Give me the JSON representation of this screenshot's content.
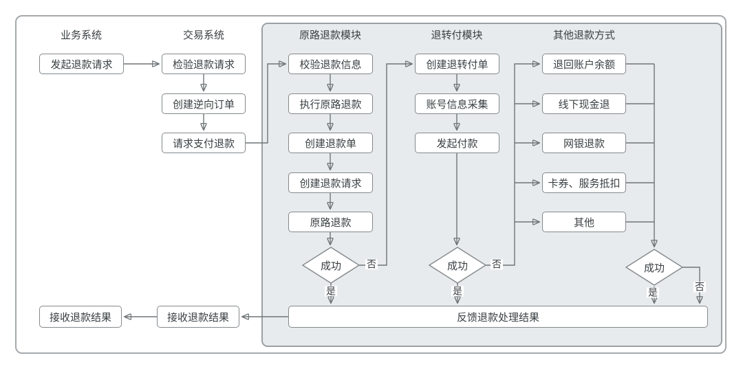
{
  "diagram": {
    "headers": {
      "business": "业务系统",
      "transaction": "交易系统",
      "original_route": "原路退款模块",
      "transfer": "退转付模块",
      "other": "其他退款方式"
    },
    "nodes": {
      "initiate_refund": "发起退款请求",
      "verify_refund_request": "检验退款请求",
      "create_reverse_order": "创建逆向订单",
      "request_payment_refund": "请求支付退款",
      "validate_refund_info": "校验退款信息",
      "execute_original_refund": "执行原路退款",
      "create_refund_bill": "创建退款单",
      "create_refund_request": "创建退款请求",
      "original_refund": "原路退款",
      "create_transfer_bill": "创建退转付单",
      "collect_account_info": "账号信息采集",
      "initiate_payment": "发起付款",
      "return_account_balance": "退回账户余额",
      "offline_cash_refund": "线下现金退",
      "online_bank_refund": "网银退款",
      "card_service_deduction": "卡券、服务抵扣",
      "other_method": "其他",
      "feedback_result": "反馈退款处理结果",
      "receive_result_tx": "接收退款结果",
      "receive_result_biz": "接收退款结果"
    },
    "decisions": {
      "success1": "成功",
      "success2": "成功",
      "success3": "成功"
    },
    "edge_labels": {
      "yes1": "是",
      "no1": "否",
      "yes2": "是",
      "no2": "否",
      "yes3": "是",
      "no3": "否"
    }
  }
}
